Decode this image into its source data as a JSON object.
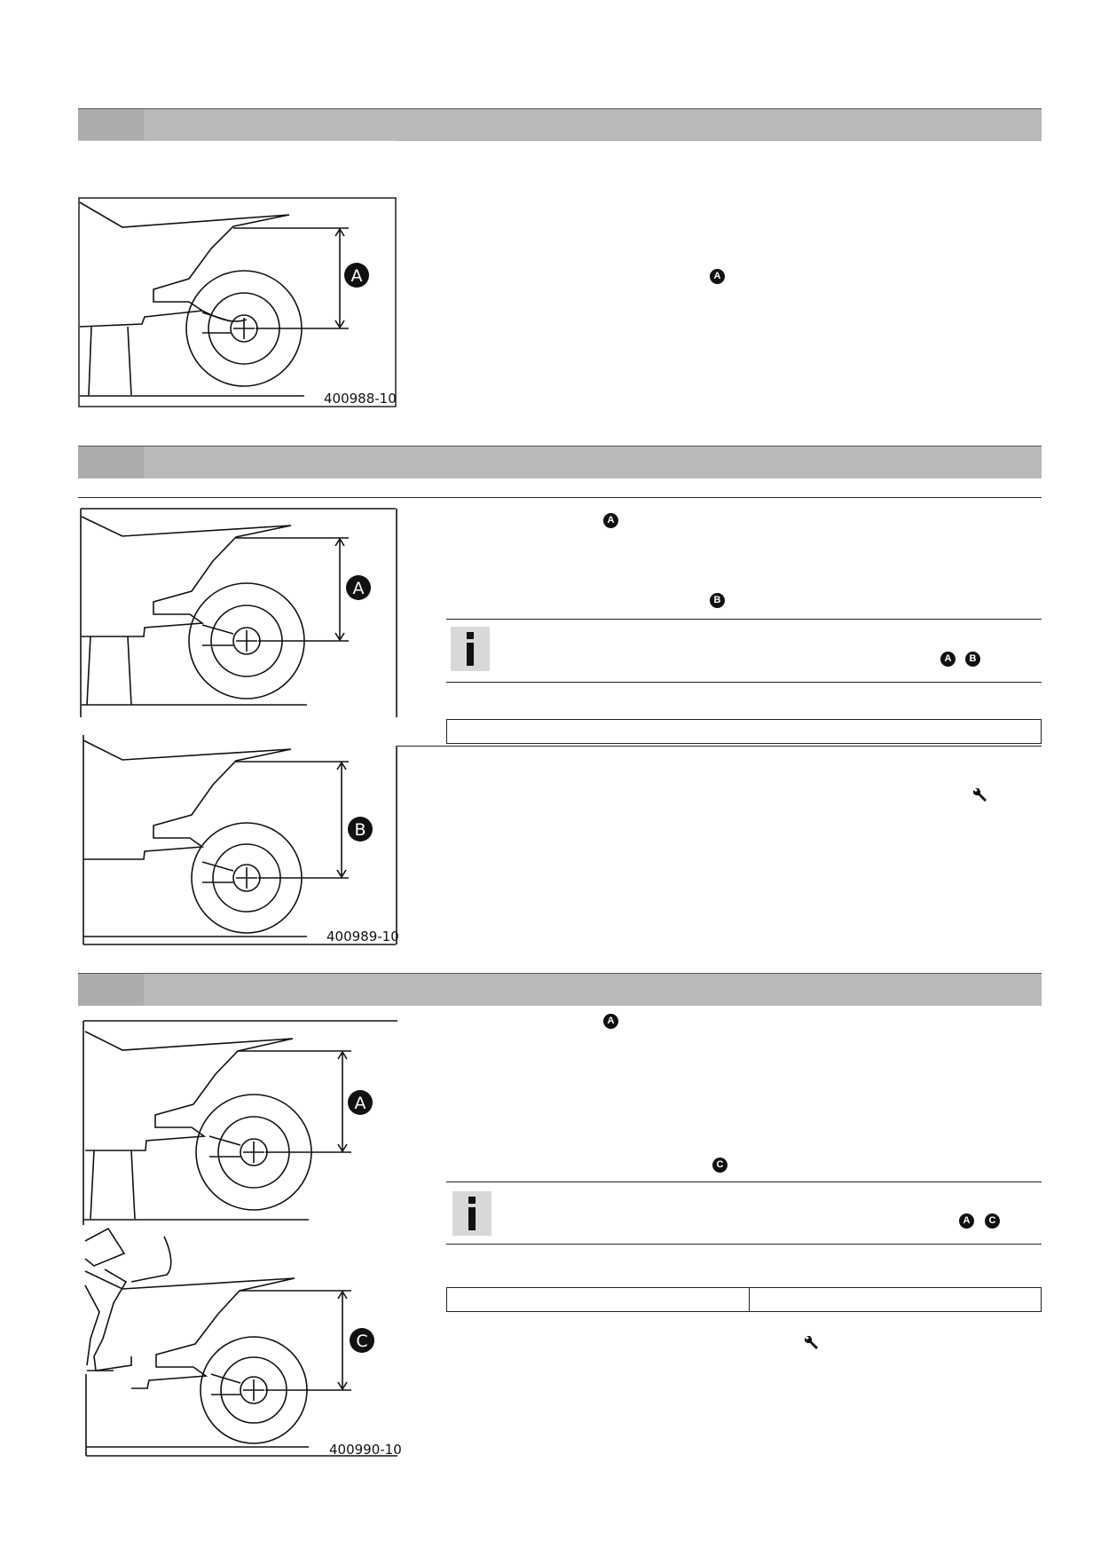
{
  "sections": [
    {
      "title": ""
    },
    {
      "title": ""
    },
    {
      "title": ""
    }
  ],
  "figures": {
    "fig1": {
      "code": "400988-10",
      "label_a": "A"
    },
    "fig2": {
      "code": "400989-10",
      "label_a": "A",
      "label_b": "B"
    },
    "fig3": {
      "code": "400990-10",
      "label_a": "A",
      "label_c": "C"
    }
  },
  "markers": {
    "s1_a": "A",
    "s2_a": "A",
    "s2_b": "B",
    "s2_info_a": "A",
    "s2_info_b": "B",
    "s3_a": "A",
    "s3_c": "C",
    "s3_info_a": "A",
    "s3_info_c": "C"
  },
  "icons": {
    "info": "info-icon",
    "wrench": "wrench-icon"
  }
}
